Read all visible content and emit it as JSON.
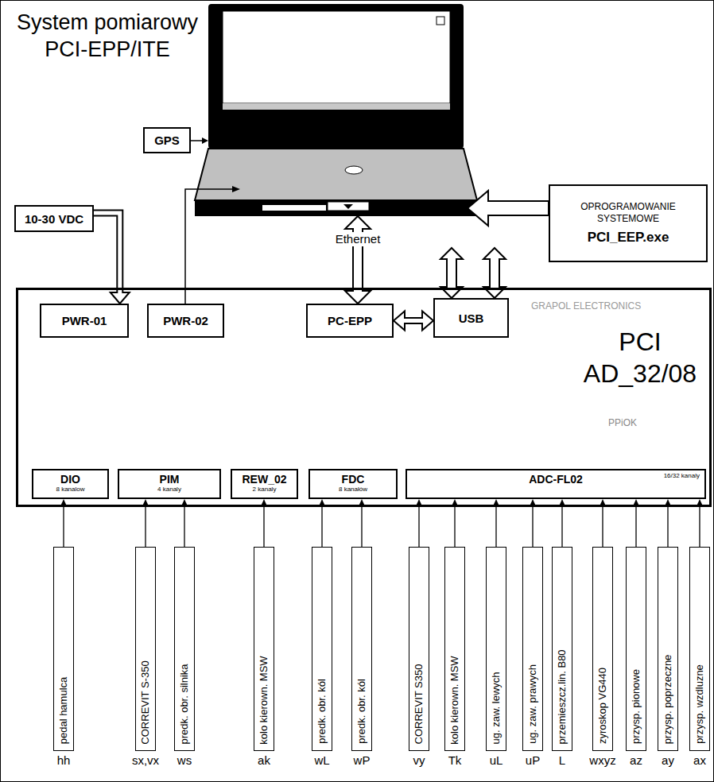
{
  "diagram": {
    "title": "System pomiarowy PCI-EPP/ITE",
    "nodes": [
      {
        "text": [
          "GPS"
        ]
      },
      {
        "text": [
          "10-30 VDC"
        ]
      },
      {
        "text": [
          "OPROGRAMOWANIE SYSTEMOWE",
          "PCI_EEP.exe"
        ]
      },
      {
        "text": [
          "GRAPOL ELECTRONICS",
          "PCI AD_32/08",
          "PPiOK"
        ]
      },
      {
        "text": [
          "PWR-01"
        ],
        "in": 3
      },
      {
        "text": [
          "PWR-02"
        ],
        "in": 3
      },
      {
        "text": [
          "PC-EPP"
        ],
        "in": 3
      },
      {
        "text": [
          "USB"
        ],
        "in": 3
      },
      {
        "text": [
          "DIO",
          "8 kanalow"
        ],
        "in": 3
      },
      {
        "text": [
          "PIM",
          "4 kanaly"
        ],
        "in": 3
      },
      {
        "text": [
          "REW_02",
          "2 kanaly"
        ],
        "in": 3
      },
      {
        "text": [
          "FDC",
          "8 kanałów"
        ],
        "in": 3
      },
      {
        "text": [
          "ADC-FL02",
          "16/32 kanaly"
        ],
        "in": 3
      },
      {
        "text": [
          "pedal hamulca"
        ]
      },
      {
        "text": [
          "CORREVIT S-350"
        ]
      },
      {
        "text": [
          "predk. obr. silnika"
        ]
      },
      {
        "text": [
          "kolo kierown. MSW"
        ]
      },
      {
        "text": [
          "predk. obr. kól"
        ]
      },
      {
        "text": [
          "predk. obr. kól"
        ]
      },
      {
        "text": [
          "CORREVIT S350"
        ]
      },
      {
        "text": [
          "kolo kierown. MSW"
        ]
      },
      {
        "text": [
          "ug. zaw. lewych"
        ]
      },
      {
        "text": [
          "ug. zaw. prawych"
        ]
      },
      {
        "text": [
          "przemieszcz.lin. B80"
        ]
      },
      {
        "text": [
          "zyroskop VG440"
        ]
      },
      {
        "text": [
          "przysp. pionowe"
        ]
      },
      {
        "text": [
          "przysp. poprzeczne"
        ]
      },
      {
        "text": [
          "przysp. wzdluzne"
        ]
      }
    ],
    "edges": [
      {
        "from": 1,
        "to": 4,
        "arrow": "to"
      },
      {
        "from": 6,
        "to": 7,
        "arrow": "both"
      },
      {
        "from": 13,
        "to": 8,
        "arrow": "to"
      },
      {
        "from": 14,
        "to": 9,
        "arrow": "to"
      },
      {
        "from": 15,
        "to": 9,
        "arrow": "to"
      },
      {
        "from": 16,
        "to": 10,
        "arrow": "to"
      },
      {
        "from": 17,
        "to": 11,
        "arrow": "to"
      },
      {
        "from": 18,
        "to": 11,
        "arrow": "to"
      },
      {
        "from": 19,
        "to": 12,
        "arrow": "to"
      },
      {
        "from": 20,
        "to": 12,
        "arrow": "to"
      },
      {
        "from": 21,
        "to": 12,
        "arrow": "to"
      },
      {
        "from": 22,
        "to": 12,
        "arrow": "to"
      },
      {
        "from": 23,
        "to": 12,
        "arrow": "to"
      },
      {
        "from": 24,
        "to": 12,
        "arrow": "to"
      },
      {
        "from": 25,
        "to": 12,
        "arrow": "to"
      },
      {
        "from": 26,
        "to": 12,
        "arrow": "to"
      },
      {
        "from": 27,
        "to": 12,
        "arrow": "to"
      }
    ],
    "labels": [
      "Ethernet",
      "hh",
      "sx,vx",
      "ws",
      "ak",
      "wL",
      "wP",
      "vy",
      "Tk",
      "uL",
      "uP",
      "L",
      "wxyz",
      "az",
      "ay",
      "ax"
    ]
  }
}
